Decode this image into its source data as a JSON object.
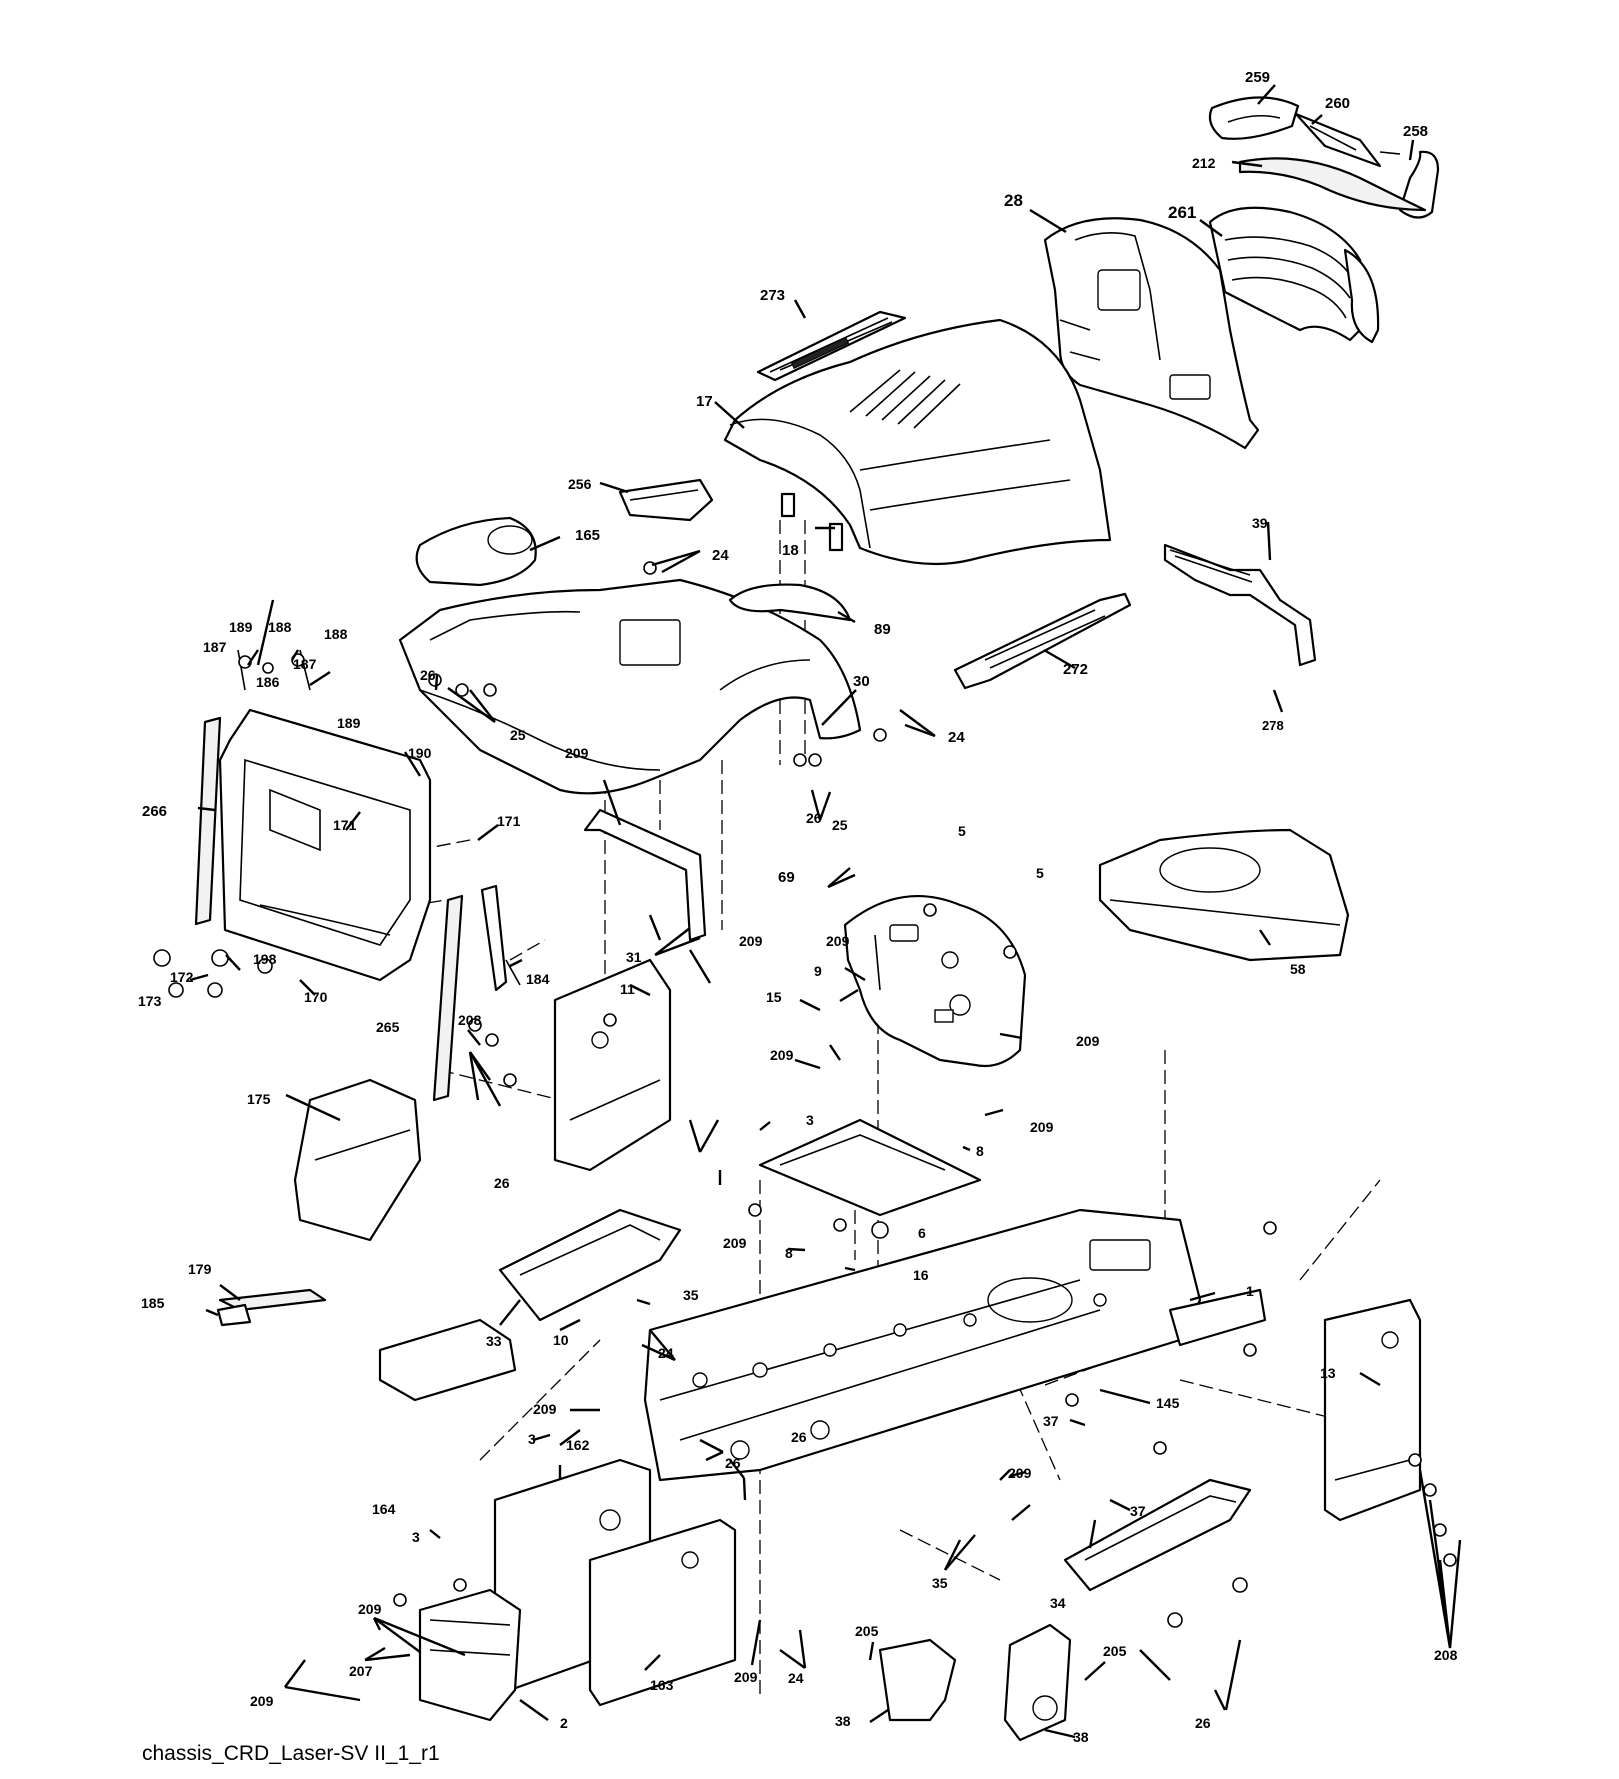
{
  "caption": "chassis_CRD_Laser-SV II_1_r1",
  "callouts": [
    {
      "id": "c259",
      "text": "259"
    },
    {
      "id": "c260",
      "text": "260"
    },
    {
      "id": "c258",
      "text": "258"
    },
    {
      "id": "c212",
      "text": "212"
    },
    {
      "id": "c28",
      "text": "28"
    },
    {
      "id": "c261",
      "text": "261"
    },
    {
      "id": "c273",
      "text": "273"
    },
    {
      "id": "c17",
      "text": "17"
    },
    {
      "id": "c256",
      "text": "256"
    },
    {
      "id": "c165",
      "text": "165"
    },
    {
      "id": "c18",
      "text": "18"
    },
    {
      "id": "c24a",
      "text": "24"
    },
    {
      "id": "c39",
      "text": "39"
    },
    {
      "id": "c89",
      "text": "89"
    },
    {
      "id": "c272",
      "text": "272"
    },
    {
      "id": "c278",
      "text": "278"
    },
    {
      "id": "c189a",
      "text": "189"
    },
    {
      "id": "c188a",
      "text": "188"
    },
    {
      "id": "c187a",
      "text": "187"
    },
    {
      "id": "c188b",
      "text": "188"
    },
    {
      "id": "c187b",
      "text": "187"
    },
    {
      "id": "c186",
      "text": "186"
    },
    {
      "id": "c189b",
      "text": "189"
    },
    {
      "id": "c26a",
      "text": "26"
    },
    {
      "id": "c25a",
      "text": "25"
    },
    {
      "id": "c30",
      "text": "30"
    },
    {
      "id": "c24b",
      "text": "24"
    },
    {
      "id": "c190",
      "text": "190"
    },
    {
      "id": "c209a",
      "text": "209"
    },
    {
      "id": "c266",
      "text": "266"
    },
    {
      "id": "c171a",
      "text": "171"
    },
    {
      "id": "c171b",
      "text": "171"
    },
    {
      "id": "c26b",
      "text": "26"
    },
    {
      "id": "c25b",
      "text": "25"
    },
    {
      "id": "c5a",
      "text": "5"
    },
    {
      "id": "c5b",
      "text": "5"
    },
    {
      "id": "c69",
      "text": "69"
    },
    {
      "id": "c209b",
      "text": "209"
    },
    {
      "id": "c31",
      "text": "31"
    },
    {
      "id": "c209c",
      "text": "209"
    },
    {
      "id": "c198",
      "text": "198"
    },
    {
      "id": "c172",
      "text": "172"
    },
    {
      "id": "c173",
      "text": "173"
    },
    {
      "id": "c170",
      "text": "170"
    },
    {
      "id": "c184",
      "text": "184"
    },
    {
      "id": "c9",
      "text": "9"
    },
    {
      "id": "c58",
      "text": "58"
    },
    {
      "id": "c11",
      "text": "11"
    },
    {
      "id": "c15",
      "text": "15"
    },
    {
      "id": "c265",
      "text": "265"
    },
    {
      "id": "c208a",
      "text": "208"
    },
    {
      "id": "c209d",
      "text": "209"
    },
    {
      "id": "c209e",
      "text": "209"
    },
    {
      "id": "c175",
      "text": "175"
    },
    {
      "id": "c209f",
      "text": "209"
    },
    {
      "id": "c3a",
      "text": "3"
    },
    {
      "id": "c8a",
      "text": "8"
    },
    {
      "id": "c26c",
      "text": "26"
    },
    {
      "id": "c6",
      "text": "6"
    },
    {
      "id": "c209g",
      "text": "209"
    },
    {
      "id": "c8b",
      "text": "8"
    },
    {
      "id": "c16",
      "text": "16"
    },
    {
      "id": "c1",
      "text": "1"
    },
    {
      "id": "c179",
      "text": "179"
    },
    {
      "id": "c35a",
      "text": "35"
    },
    {
      "id": "c185",
      "text": "185"
    },
    {
      "id": "c33",
      "text": "33"
    },
    {
      "id": "c10",
      "text": "10"
    },
    {
      "id": "c24c",
      "text": "24"
    },
    {
      "id": "c13",
      "text": "13"
    },
    {
      "id": "c209h",
      "text": "209"
    },
    {
      "id": "c145",
      "text": "145"
    },
    {
      "id": "c37a",
      "text": "37"
    },
    {
      "id": "c3b",
      "text": "3"
    },
    {
      "id": "c162",
      "text": "162"
    },
    {
      "id": "c26d",
      "text": "26"
    },
    {
      "id": "c26e",
      "text": "26"
    },
    {
      "id": "c209i",
      "text": "209"
    },
    {
      "id": "c37b",
      "text": "37"
    },
    {
      "id": "c164",
      "text": "164"
    },
    {
      "id": "c3c",
      "text": "3"
    },
    {
      "id": "c35b",
      "text": "35"
    },
    {
      "id": "c209j",
      "text": "209"
    },
    {
      "id": "c207",
      "text": "207"
    },
    {
      "id": "c34",
      "text": "34"
    },
    {
      "id": "c26f",
      "text": "26"
    },
    {
      "id": "c208b",
      "text": "208"
    },
    {
      "id": "c209k",
      "text": "209"
    },
    {
      "id": "c24d",
      "text": "24"
    },
    {
      "id": "c163",
      "text": "163"
    },
    {
      "id": "c205a",
      "text": "205"
    },
    {
      "id": "c205b",
      "text": "205"
    },
    {
      "id": "c209l",
      "text": "209"
    },
    {
      "id": "c2",
      "text": "2"
    },
    {
      "id": "c38a",
      "text": "38"
    },
    {
      "id": "c38b",
      "text": "38"
    }
  ]
}
